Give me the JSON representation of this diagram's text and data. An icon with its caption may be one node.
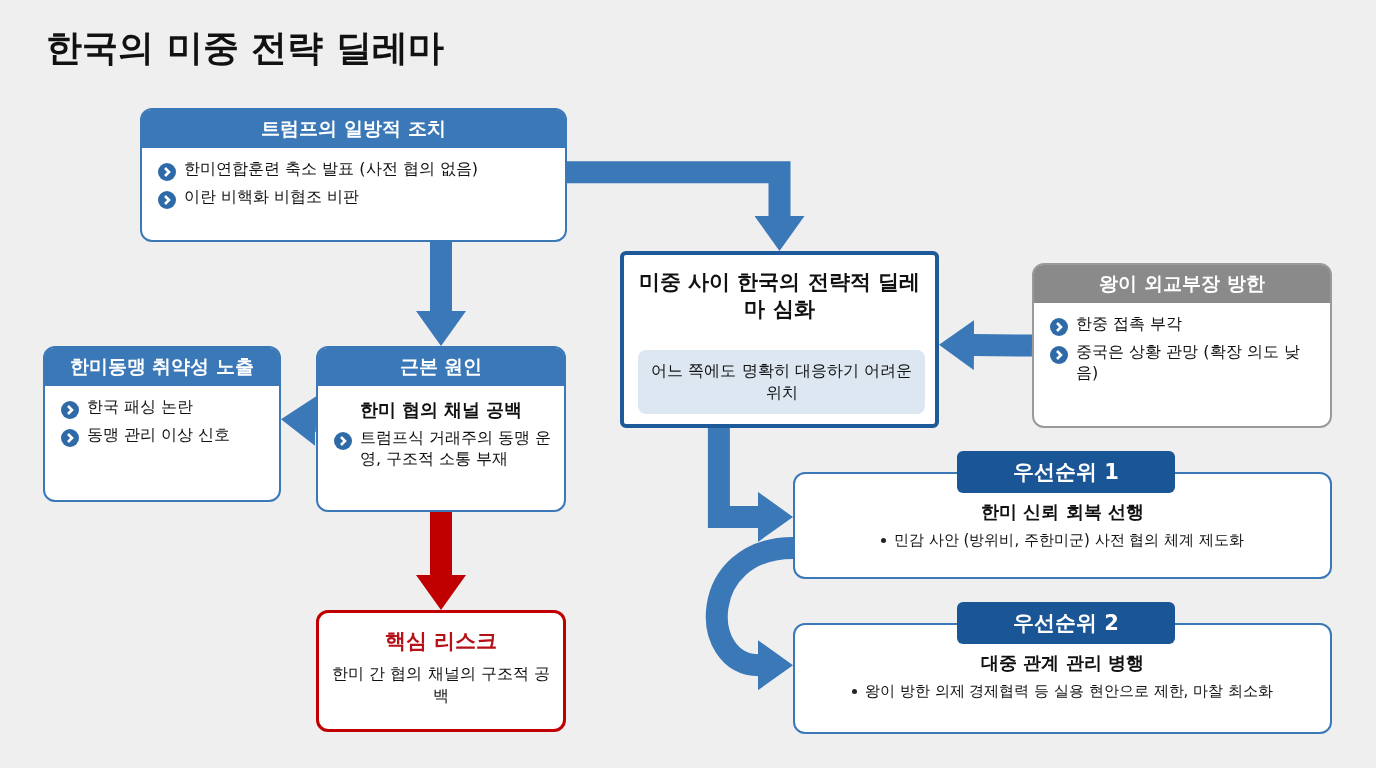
{
  "diagram": {
    "title": "한국의 미중 전략 딜레마",
    "nodes": [
      {
        "text": [
          "트럼프의 일방적 조치",
          "한미연합훈련 축소 발표 (사전 협의 없음)",
          "이란 비핵화 비협조 비판"
        ]
      },
      {
        "text": [
          "근본 원인",
          "한미 협의 채널 공백",
          "트럼프식 거래주의 동맹 운영, 구조적 소통 부재"
        ]
      },
      {
        "text": [
          "한미동맹 취약성 노출",
          "한국 패싱 논란",
          "동맹 관리 이상 신호"
        ]
      },
      {
        "text": [
          "핵심 리스크",
          "한미 간 협의 채널의 구조적 공백"
        ]
      },
      {
        "text": [
          "미중 사이 한국의 전략적 딜레마 심화"
        ]
      },
      {
        "text": [
          "어느 쪽에도 명확히 대응하기 어려운 위치"
        ],
        "in": 4
      },
      {
        "text": [
          "왕이 외교부장 방한",
          "한중 접촉 부각",
          "중국은 상황 관망 (확장 의도 낮음)"
        ]
      },
      {
        "text": [
          "우선순위 1",
          "한미 신뢰 회복 선행",
          "민감 사안 (방위비, 주한미군) 사전 협의 체계 제도화"
        ]
      },
      {
        "text": [
          "우선순위 2",
          "대중 관계 관리 병행",
          "왕이 방한 의제 경제협력 등 실용 현안으로 제한, 마찰 최소화"
        ]
      }
    ],
    "edges": [
      {
        "from": 0,
        "to": 1,
        "arrow": "to"
      },
      {
        "from": 0,
        "to": 4,
        "arrow": "to"
      },
      {
        "from": 1,
        "to": 2,
        "arrow": "to"
      },
      {
        "from": 1,
        "to": 3,
        "arrow": "to",
        "color": "#c00000"
      },
      {
        "from": 6,
        "to": 4,
        "arrow": "to"
      },
      {
        "from": 4,
        "to": 7,
        "arrow": "to"
      },
      {
        "from": 7,
        "to": 8,
        "arrow": "to"
      }
    ]
  }
}
